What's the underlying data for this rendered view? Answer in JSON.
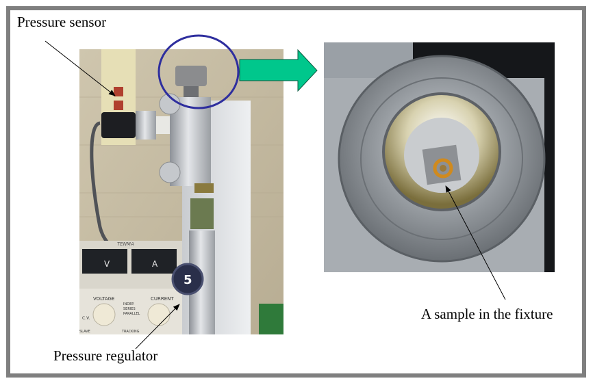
{
  "figure": {
    "labels": {
      "pressure_sensor": "Pressure sensor",
      "pressure_regulator": "Pressure regulator",
      "sample": "A sample in the fixture"
    },
    "left_photo": {
      "description": "Pressure test apparatus mounted on wall with power supply",
      "power_supply": {
        "brand": "TENMA",
        "meter_left": "V",
        "meter_right": "A",
        "knob_left": "VOLTAGE",
        "knob_right": "CURRENT",
        "mode_options": [
          "INDEP.",
          "SERIES",
          "PARALLEL"
        ],
        "indicator": "C.V.",
        "bottom_left": "SLAVE",
        "bottom_center": "TRACKING"
      },
      "regulator_dial_number": "5"
    },
    "right_photo": {
      "description": "Close-up of sample in the fixture"
    },
    "colors": {
      "frame_border": "#7f7f7f",
      "highlight_circle": "#2e2e9e",
      "callout_arrow": "#00c78c"
    }
  }
}
